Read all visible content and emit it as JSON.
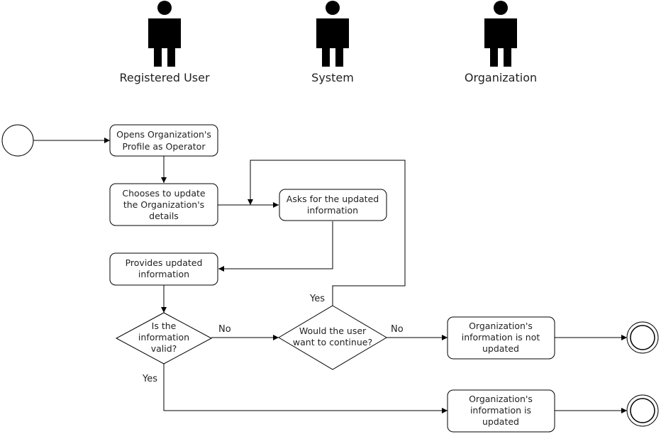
{
  "swimlanes": {
    "registered_user": "Registered User",
    "system": "System",
    "organization": "Organization"
  },
  "nodes": {
    "opens_profile": [
      "Opens Organization's",
      "Profile as Operator"
    ],
    "chooses_update": [
      "Chooses to update",
      "the Organization's",
      "details"
    ],
    "asks_info": [
      "Asks for the updated",
      "information"
    ],
    "provides_info": [
      "Provides updated",
      "information"
    ],
    "decision_valid": [
      "Is the",
      "information",
      "valid?"
    ],
    "decision_continue": [
      "Would the user",
      "want to continue?"
    ],
    "not_updated": [
      "Organization's",
      "information is not",
      "updated"
    ],
    "updated": [
      "Organization's",
      "information is",
      "updated"
    ]
  },
  "edge_labels": {
    "valid_no": "No",
    "valid_yes": "Yes",
    "continue_yes": "Yes",
    "continue_no": "No"
  }
}
